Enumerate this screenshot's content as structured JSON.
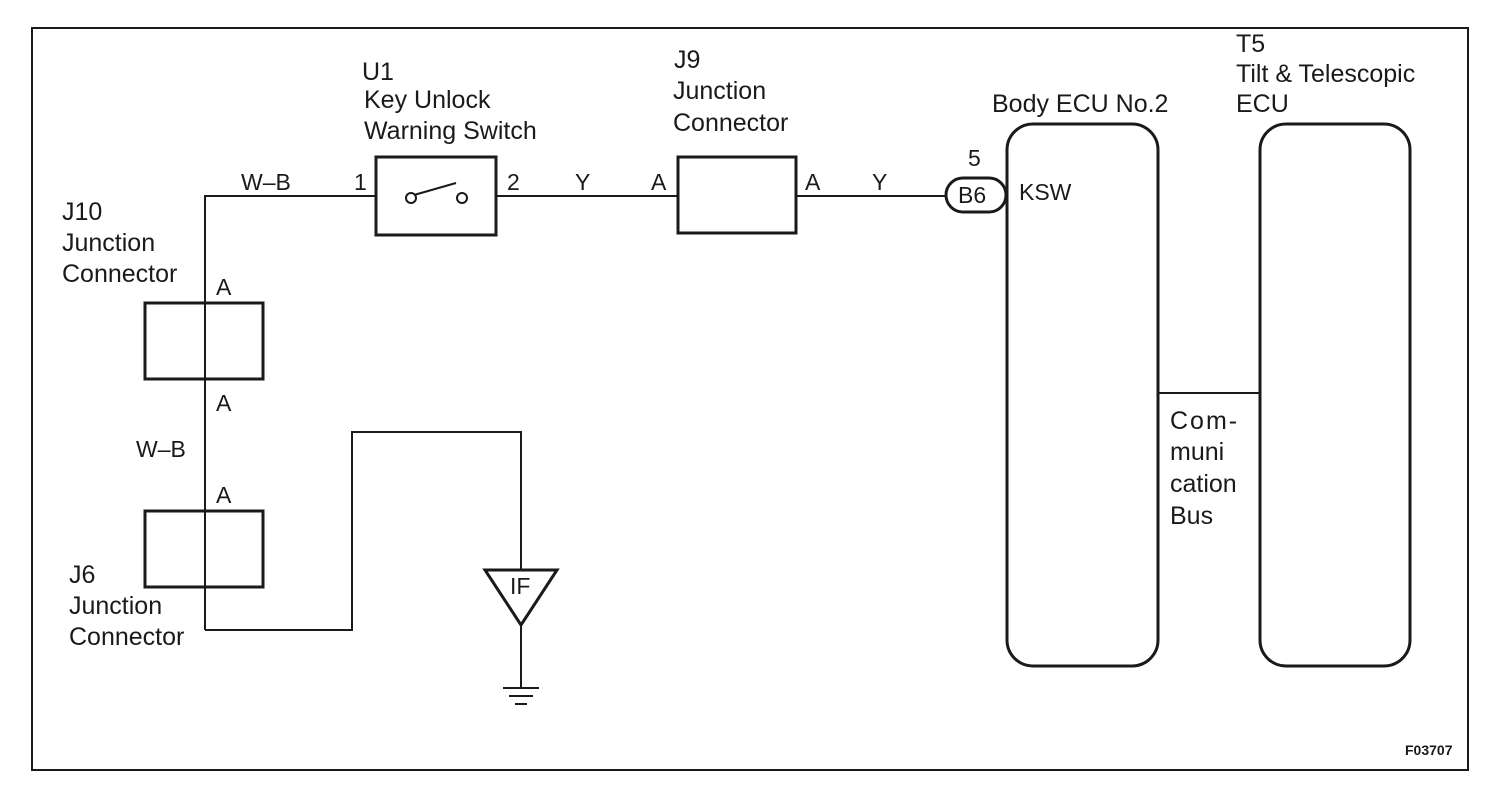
{
  "diagram": {
    "figure_id": "F03707",
    "components": {
      "u1": {
        "code": "U1",
        "name_line1": "Key Unlock",
        "name_line2": "Warning Switch",
        "pin_left": "1",
        "pin_right": "2"
      },
      "j9": {
        "code": "J9",
        "name_line1": "Junction",
        "name_line2": "Connector",
        "pin_left": "A",
        "pin_right": "A"
      },
      "j10": {
        "code": "J10",
        "name_line1": "Junction",
        "name_line2": "Connector",
        "pin_top": "A",
        "pin_bottom": "A"
      },
      "j6": {
        "code": "J6",
        "name_line1": "Junction",
        "name_line2": "Connector",
        "pin_top": "A"
      },
      "body_ecu": {
        "name": "Body ECU No.2",
        "connector": "B6",
        "pin": "5",
        "terminal": "KSW"
      },
      "t5": {
        "code": "T5",
        "name_line1": "Tilt & Telescopic",
        "name_line2": "ECU"
      },
      "ground": {
        "label": "IF"
      }
    },
    "wires": {
      "wb_top": "W–B",
      "wb_left": "W–B",
      "y_u1_j9": "Y",
      "y_j9_ecu": "Y"
    },
    "bus": {
      "line1": "Com-",
      "line2": "muni",
      "line3": "cation",
      "line4": "Bus"
    }
  }
}
